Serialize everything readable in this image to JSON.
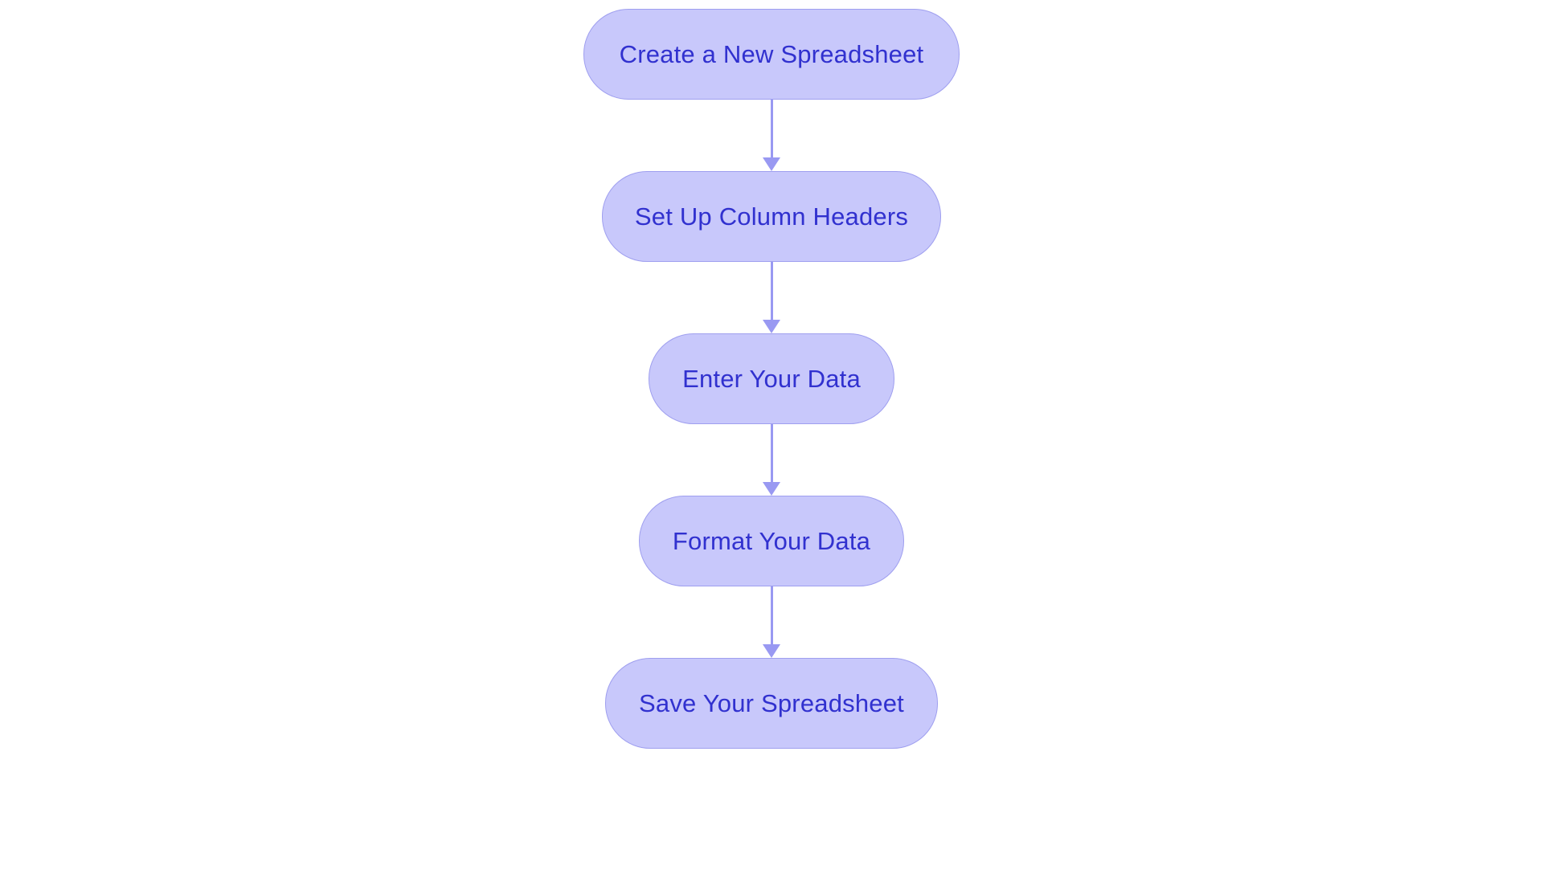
{
  "diagram": {
    "type": "flowchart",
    "orientation": "top-to-bottom",
    "background_color": "#ffffff",
    "node_fill_color": "#c8c8fb",
    "node_border_color": "#9f9fef",
    "node_text_color": "#3131cf",
    "connector_color": "#9999f2",
    "nodes": [
      {
        "id": "node-create-spreadsheet",
        "label": "Create a New Spreadsheet"
      },
      {
        "id": "node-column-headers",
        "label": "Set Up Column Headers"
      },
      {
        "id": "node-enter-data",
        "label": "Enter Your Data"
      },
      {
        "id": "node-format-data",
        "label": "Format Your Data"
      },
      {
        "id": "node-save-spreadsheet",
        "label": "Save Your Spreadsheet"
      }
    ],
    "edges": [
      {
        "id": "edge-1",
        "from": "node-create-spreadsheet",
        "to": "node-column-headers",
        "arrow": "arrow-down-icon",
        "label": ""
      },
      {
        "id": "edge-2",
        "from": "node-column-headers",
        "to": "node-enter-data",
        "arrow": "arrow-down-icon",
        "label": ""
      },
      {
        "id": "edge-3",
        "from": "node-enter-data",
        "to": "node-format-data",
        "arrow": "arrow-down-icon",
        "label": ""
      },
      {
        "id": "edge-4",
        "from": "node-format-data",
        "to": "node-save-spreadsheet",
        "arrow": "arrow-down-icon",
        "label": ""
      }
    ]
  }
}
